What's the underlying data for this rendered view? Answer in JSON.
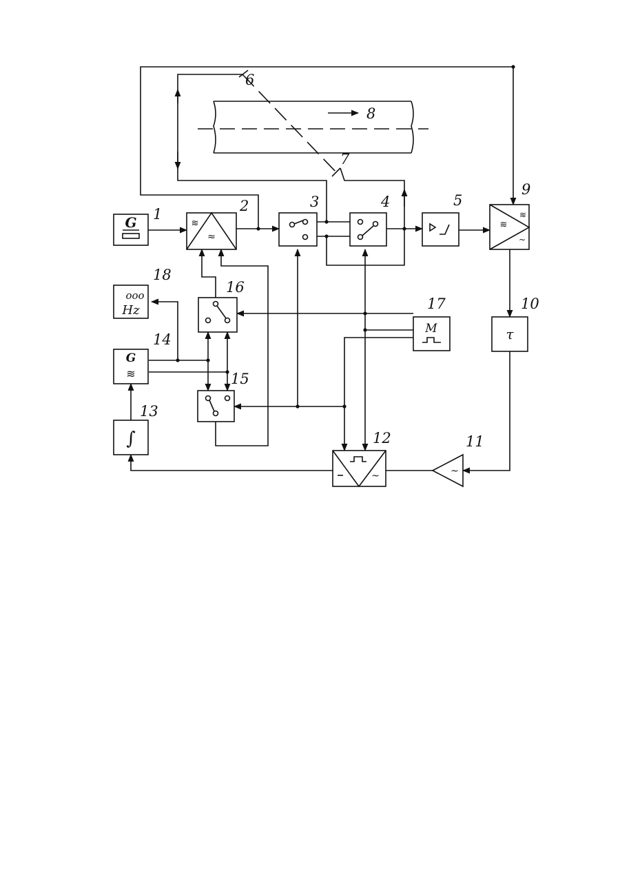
{
  "diagram": {
    "labels": {
      "n1": "1",
      "n2": "2",
      "n3": "3",
      "n4": "4",
      "n5": "5",
      "n6": "6",
      "n7": "7",
      "n8": "8",
      "n9": "9",
      "n10": "10",
      "n11": "11",
      "n12": "12",
      "n13": "13",
      "n14": "14",
      "n15": "15",
      "n16": "16",
      "n17": "17",
      "n18": "18"
    },
    "block_text": {
      "generator_g": "G",
      "sweep_generator_g": "G",
      "modulator_m": "M",
      "meter_digits": "ooo",
      "meter_unit": "Hz",
      "delay_tau": "τ"
    }
  }
}
